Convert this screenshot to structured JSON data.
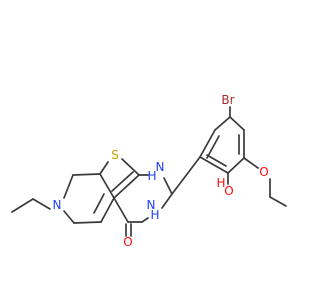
{
  "molecule": {
    "atoms": [
      {
        "id": "Br",
        "label": "Br",
        "color": "#a52a2a"
      },
      {
        "id": "S",
        "label": "S",
        "color": "#c8a000"
      },
      {
        "id": "N7",
        "label": "N",
        "color": "#1f3fff"
      },
      {
        "id": "N1",
        "label": "N",
        "color": "#1f3fff"
      },
      {
        "id": "H1",
        "label": "H",
        "color": "#1f3fff"
      },
      {
        "id": "N3",
        "label": "N",
        "color": "#1f3fff"
      },
      {
        "id": "H3",
        "label": "H",
        "color": "#1f3fff"
      },
      {
        "id": "OH_O",
        "label": "O",
        "color": "#ff0d0d"
      },
      {
        "id": "OH_H",
        "label": "H",
        "color": "#ff0d0d"
      },
      {
        "id": "Oeth",
        "label": "O",
        "color": "#ff0d0d"
      },
      {
        "id": "Ocarb",
        "label": "O",
        "color": "#ff0d0d"
      }
    ]
  }
}
